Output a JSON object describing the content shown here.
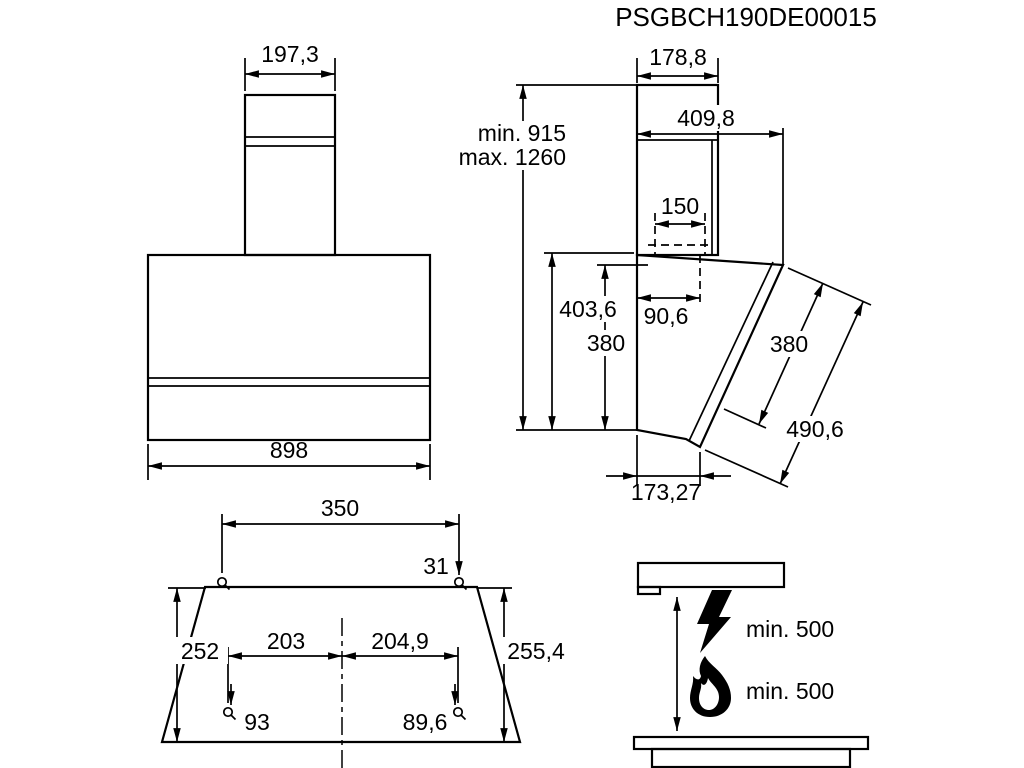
{
  "title": "PSGBCH190DE00015",
  "front_view": {
    "chimney_width": "197,3",
    "body_width": "898"
  },
  "side_view": {
    "chimney_depth": "178,8",
    "total_depth": "409,8",
    "height_min": "min. 915",
    "height_max": "max. 1260",
    "duct_width": "150",
    "body_height": "403,6",
    "duct_offset": "90,6",
    "inner_height": "380",
    "panel_width": "380",
    "panel_length": "490,6",
    "bottom_depth": "173,27"
  },
  "mounting_view": {
    "hole_span": "350",
    "top_hole_offset": "31",
    "left_height": "252",
    "left_hole_to_center": "203",
    "right_hole_to_center": "204,9",
    "right_height": "255,4",
    "left_hole_offset": "93",
    "right_hole_offset": "89,6"
  },
  "clearance_view": {
    "electric_icon": "lightning-bolt",
    "electric_min": "min. 500",
    "gas_icon": "flame",
    "gas_min": "min. 500"
  },
  "colors": {
    "line": "#000000",
    "background": "#ffffff"
  }
}
